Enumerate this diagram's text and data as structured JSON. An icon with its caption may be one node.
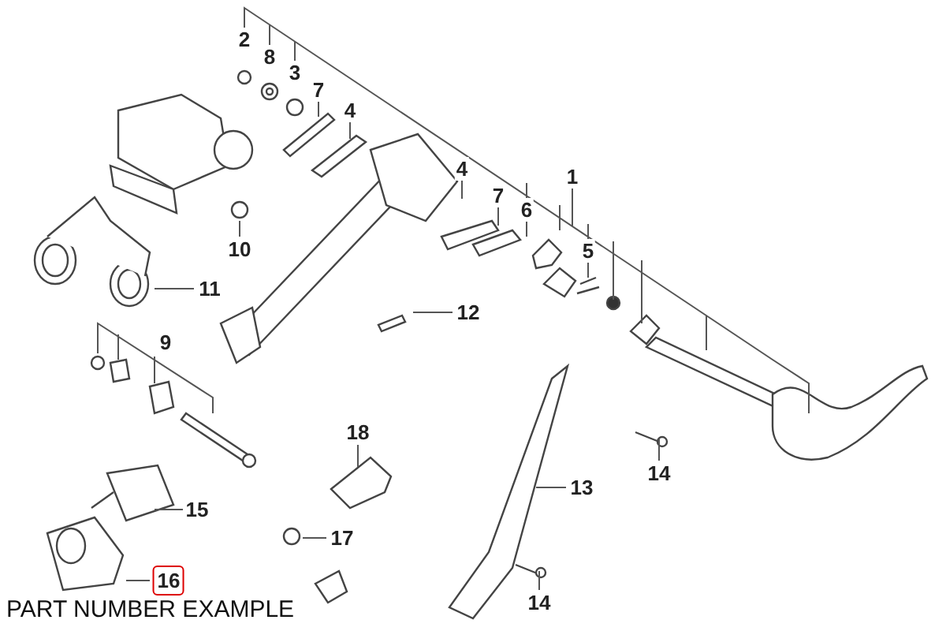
{
  "diagram": {
    "nodes": [
      {
        "text": [
          "2"
        ]
      },
      {
        "text": [
          "8"
        ]
      },
      {
        "text": [
          "3"
        ]
      },
      {
        "text": [
          "7"
        ]
      },
      {
        "text": [
          "4"
        ]
      },
      {
        "text": [
          "4"
        ]
      },
      {
        "text": [
          "1"
        ]
      },
      {
        "text": [
          "7"
        ]
      },
      {
        "text": [
          "6"
        ]
      },
      {
        "text": [
          "5"
        ]
      },
      {
        "text": [
          "10"
        ]
      },
      {
        "text": [
          "11"
        ]
      },
      {
        "text": [
          "12"
        ]
      },
      {
        "text": [
          "9"
        ]
      },
      {
        "text": [
          "18"
        ]
      },
      {
        "text": [
          "14"
        ]
      },
      {
        "text": [
          "13"
        ]
      },
      {
        "text": [
          "15"
        ]
      },
      {
        "text": [
          "17"
        ]
      },
      {
        "text": [
          "16"
        ]
      },
      {
        "text": [
          "14"
        ]
      }
    ],
    "edges": [
      {
        "from": 0,
        "to": null,
        "arrow": "none"
      },
      {
        "from": 1,
        "to": 0,
        "arrow": "none"
      },
      {
        "from": 2,
        "to": 0,
        "arrow": "none"
      },
      {
        "from": 3,
        "to": null,
        "arrow": "none"
      },
      {
        "from": 4,
        "to": null,
        "arrow": "none"
      },
      {
        "from": 5,
        "to": null,
        "arrow": "none"
      },
      {
        "from": 6,
        "to": 0,
        "arrow": "none"
      },
      {
        "from": 7,
        "to": null,
        "arrow": "none"
      },
      {
        "from": 8,
        "to": null,
        "arrow": "none"
      },
      {
        "from": 9,
        "to": null,
        "arrow": "none"
      },
      {
        "from": 10,
        "to": null,
        "arrow": "none"
      },
      {
        "from": 11,
        "to": null,
        "arrow": "none"
      },
      {
        "from": 12,
        "to": null,
        "arrow": "none"
      },
      {
        "from": 13,
        "to": null,
        "arrow": "none"
      },
      {
        "from": 14,
        "to": null,
        "arrow": "none"
      },
      {
        "from": 15,
        "to": null,
        "arrow": "none"
      },
      {
        "from": 16,
        "to": null,
        "arrow": "none"
      },
      {
        "from": 17,
        "to": null,
        "arrow": "none"
      },
      {
        "from": 18,
        "to": null,
        "arrow": "none"
      },
      {
        "from": 19,
        "to": null,
        "arrow": "none"
      },
      {
        "from": 20,
        "to": null,
        "arrow": "none"
      }
    ],
    "labels": [
      "PART NUMBER EXAMPLE"
    ]
  }
}
